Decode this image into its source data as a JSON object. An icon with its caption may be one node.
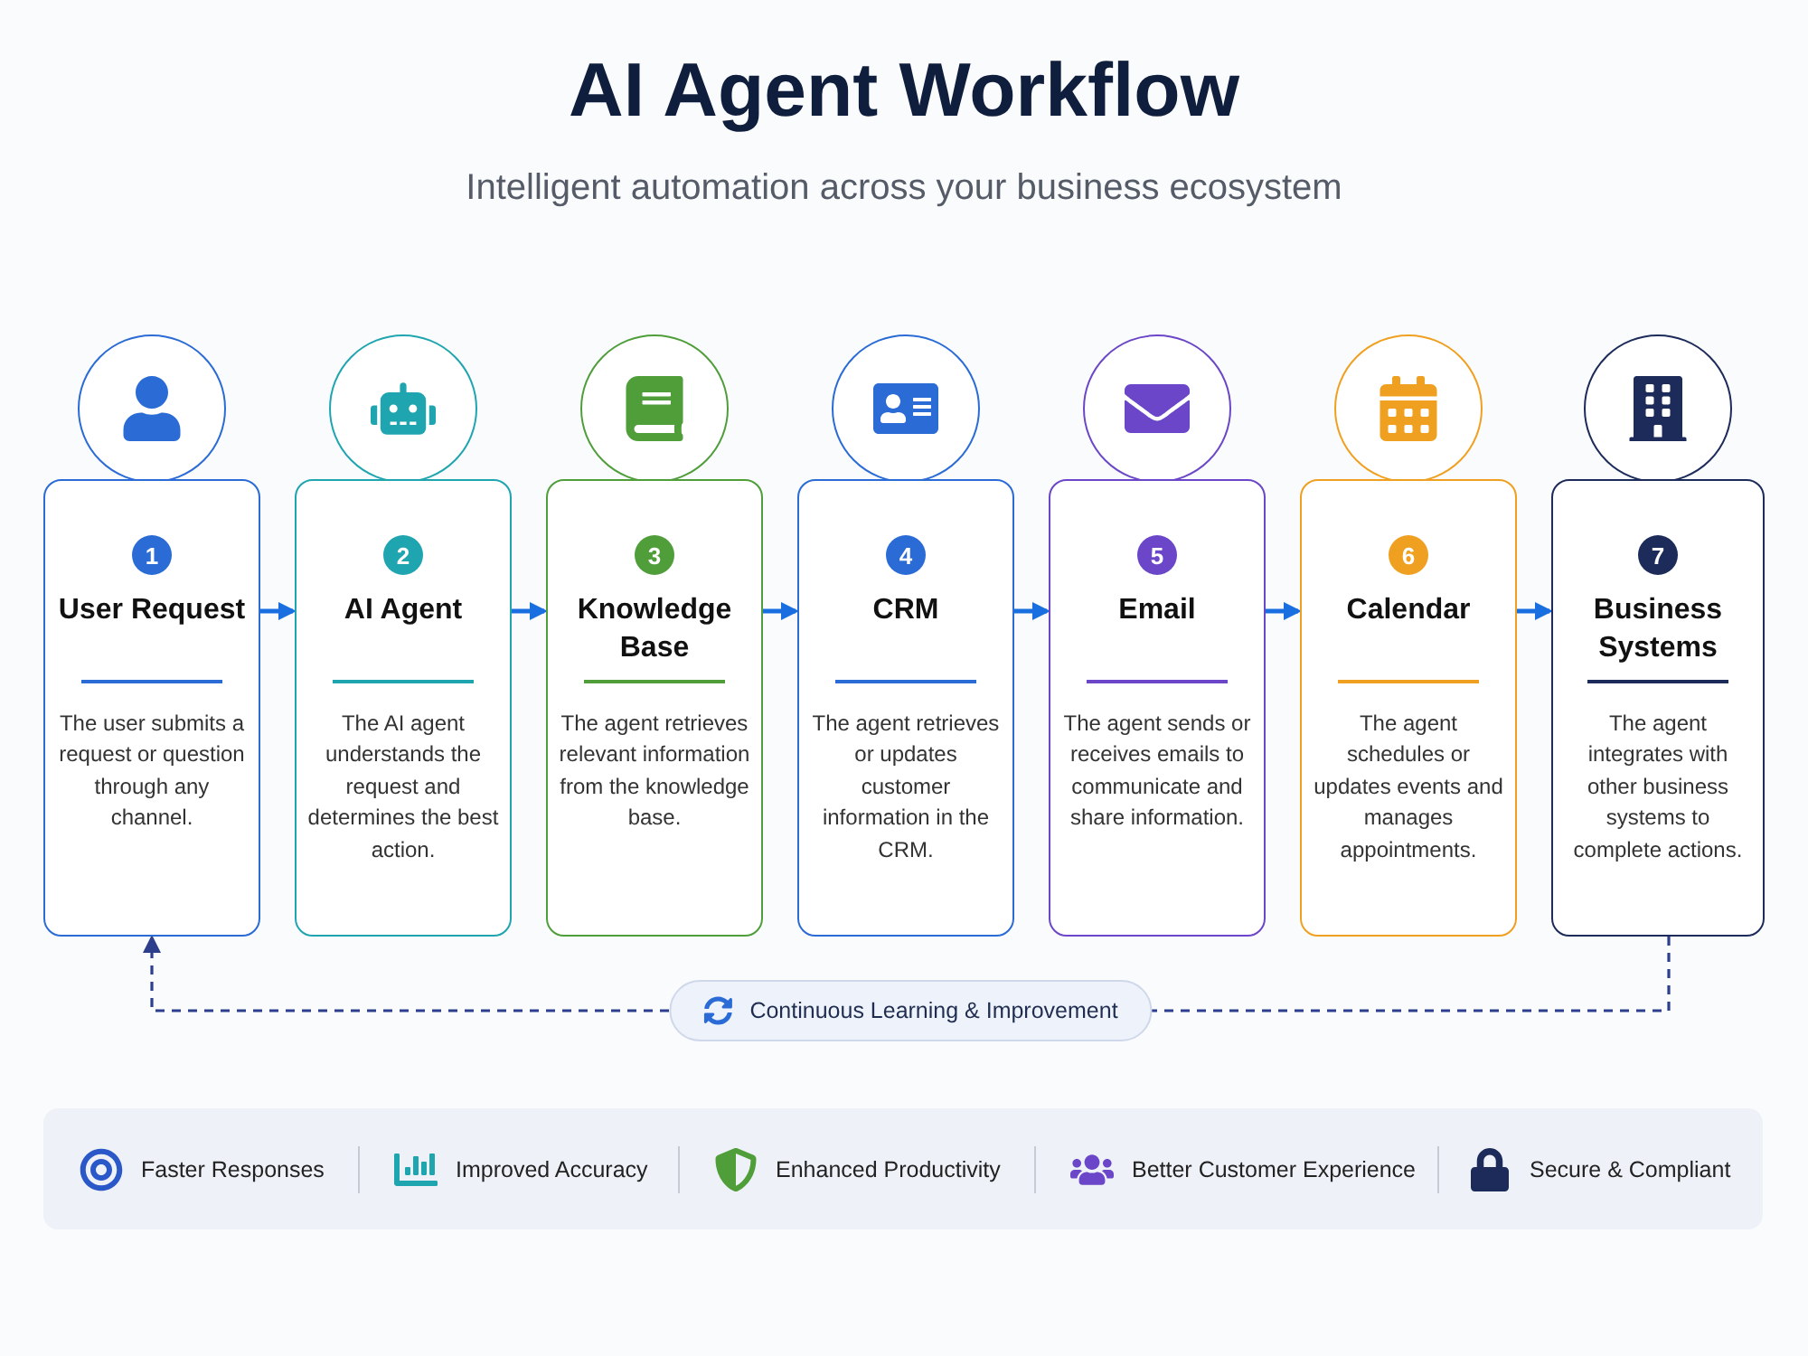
{
  "diagram": {
    "title": "AI Agent Workflow",
    "nodes": [
      {
        "text": [
          "1",
          "User Request",
          "The user submits a request or question through any channel."
        ]
      },
      {
        "text": [
          "2",
          "AI Agent",
          "The AI agent understands the request and determines the best action."
        ]
      },
      {
        "text": [
          "3",
          "Knowledge Base",
          "The agent retrieves relevant information from the knowledge base."
        ]
      },
      {
        "text": [
          "4",
          "CRM",
          "The agent retrieves or updates customer information in the CRM."
        ]
      },
      {
        "text": [
          "5",
          "Email",
          "The agent sends or receives emails to communicate and share information."
        ]
      },
      {
        "text": [
          "6",
          "Calendar",
          "The agent schedules or updates events and manages appointments."
        ]
      },
      {
        "text": [
          "7",
          "Business Systems",
          "The agent integrates with other business systems to complete actions."
        ]
      }
    ],
    "edges": [
      {
        "from": 0,
        "to": 1,
        "arrow": "to"
      },
      {
        "from": 1,
        "to": 2,
        "arrow": "to"
      },
      {
        "from": 2,
        "to": 3,
        "arrow": "to"
      },
      {
        "from": 3,
        "to": 4,
        "arrow": "to"
      },
      {
        "from": 4,
        "to": 5,
        "arrow": "to"
      },
      {
        "from": 5,
        "to": 6,
        "arrow": "to"
      },
      {
        "from": 6,
        "to": 0,
        "arrow": "to",
        "style": "dashed",
        "color": "#2c3e8c",
        "label": "Continuous Learning & Improvement"
      }
    ],
    "labels": [
      "Intelligent automation across your business ecosystem",
      "Faster Responses",
      "Improved Accuracy",
      "Enhanced Productivity",
      "Better Customer Experience",
      "Secure & Compliant"
    ]
  }
}
